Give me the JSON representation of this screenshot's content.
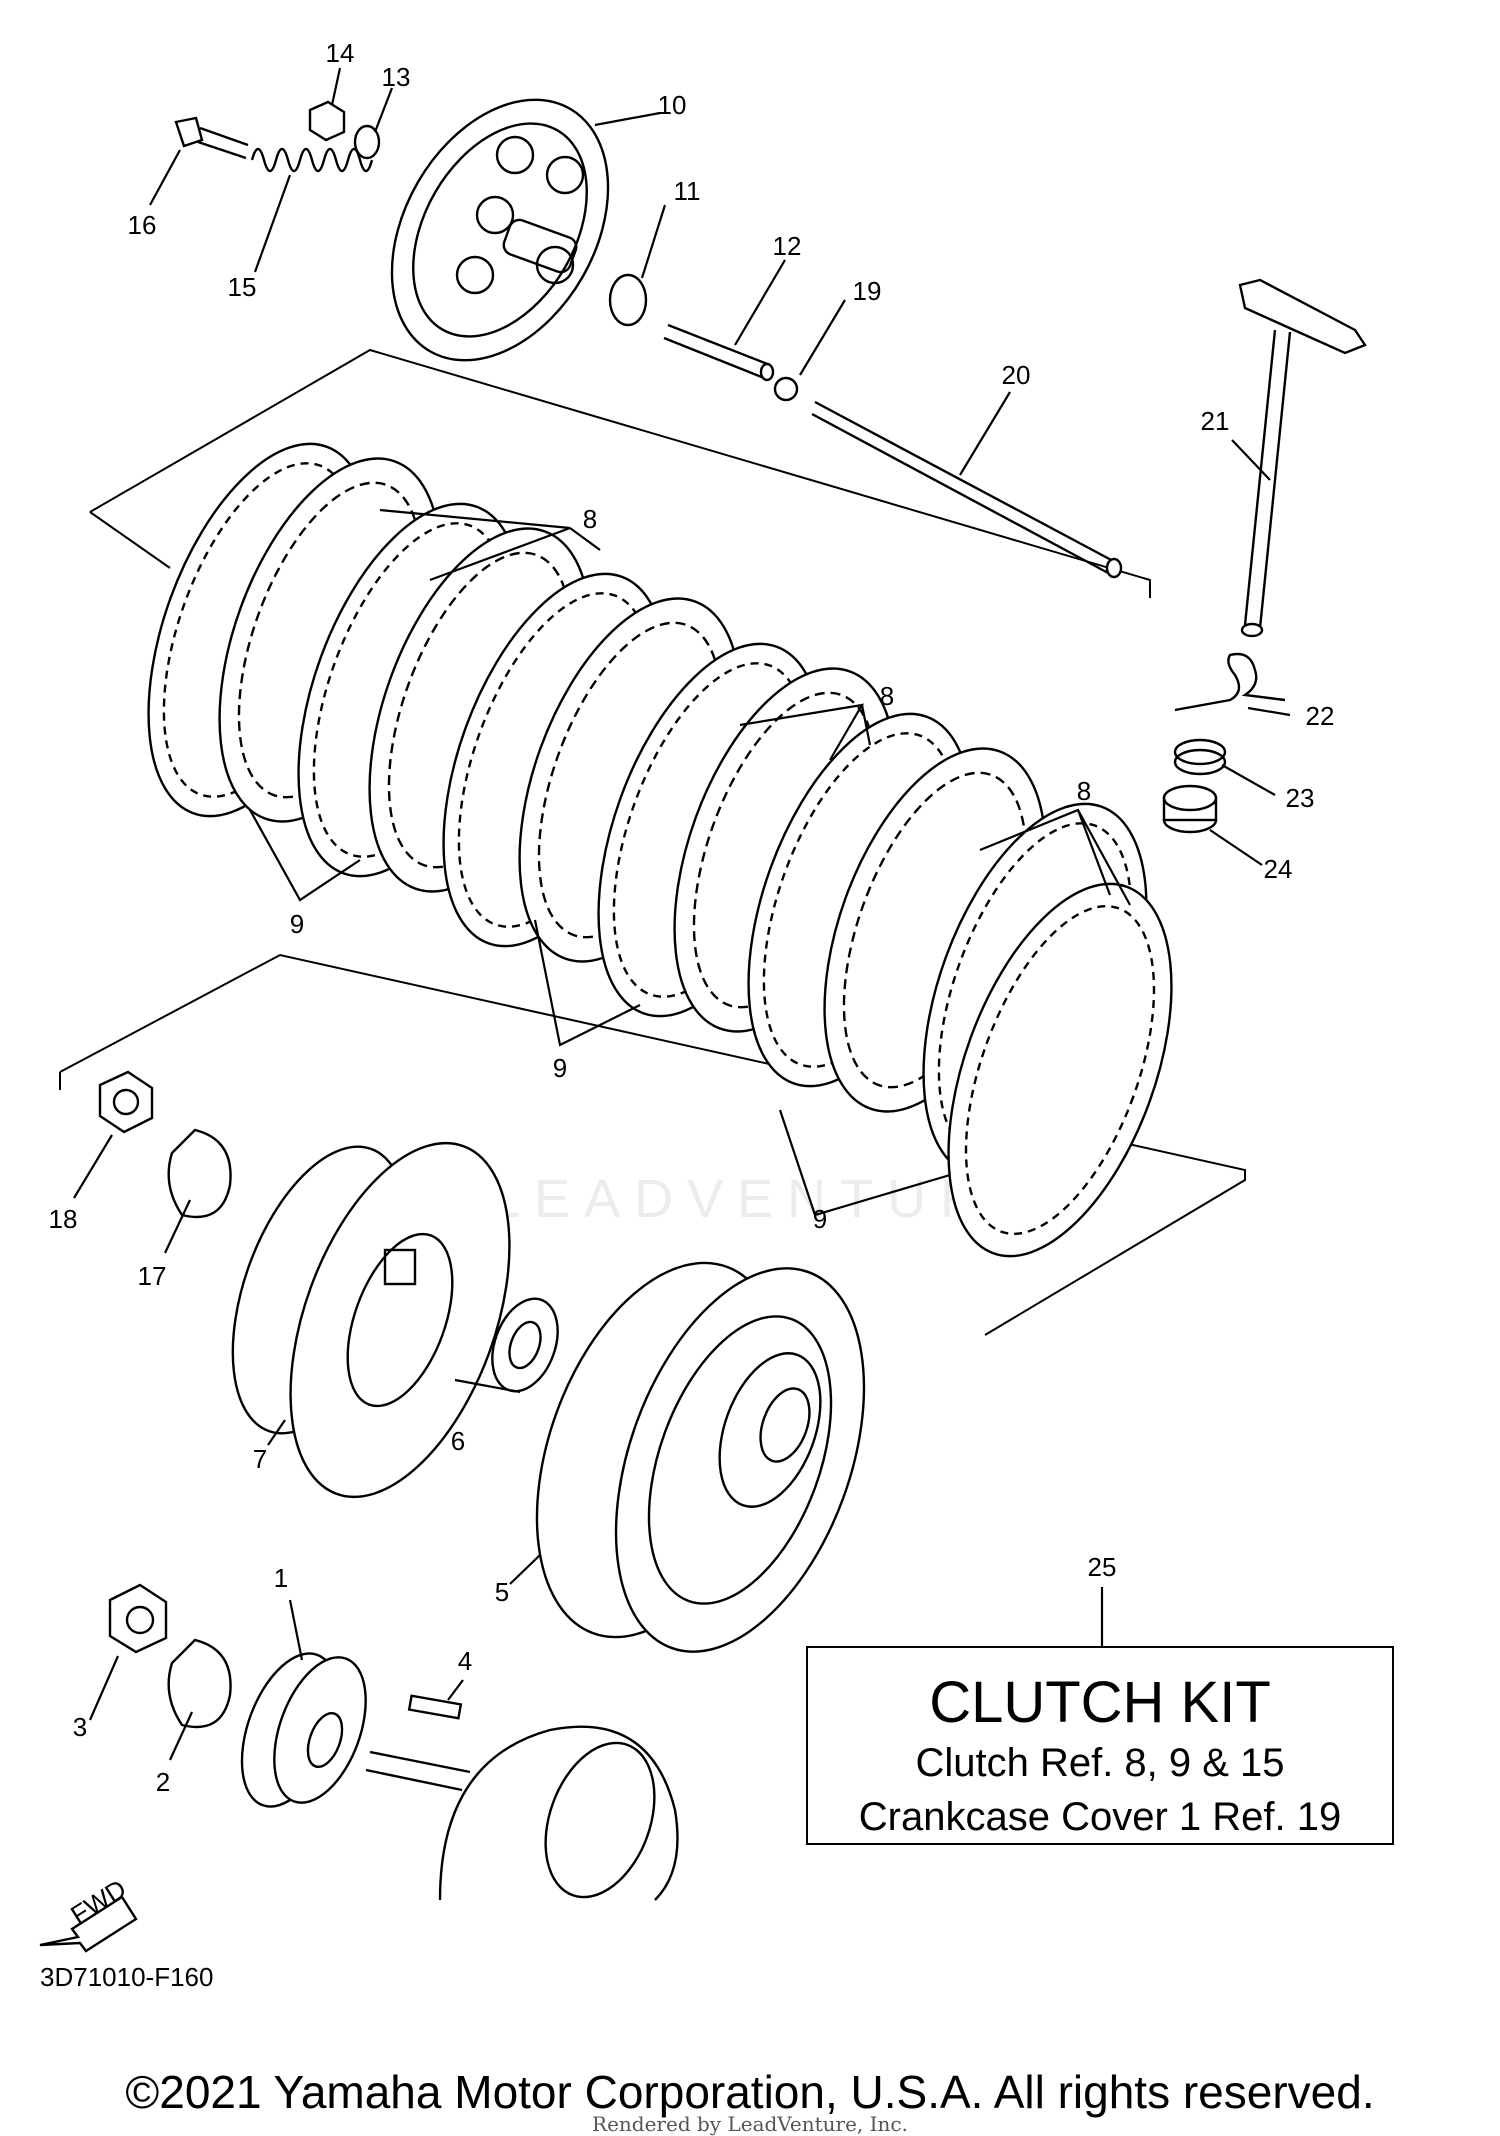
{
  "callouts": [
    {
      "n": "1"
    },
    {
      "n": "2"
    },
    {
      "n": "3"
    },
    {
      "n": "4"
    },
    {
      "n": "5"
    },
    {
      "n": "6"
    },
    {
      "n": "7"
    },
    {
      "n": "8"
    },
    {
      "n": "8"
    },
    {
      "n": "8"
    },
    {
      "n": "9"
    },
    {
      "n": "9"
    },
    {
      "n": "9"
    },
    {
      "n": "10"
    },
    {
      "n": "11"
    },
    {
      "n": "12"
    },
    {
      "n": "13"
    },
    {
      "n": "14"
    },
    {
      "n": "15"
    },
    {
      "n": "16"
    },
    {
      "n": "17"
    },
    {
      "n": "18"
    },
    {
      "n": "19"
    },
    {
      "n": "20"
    },
    {
      "n": "21"
    },
    {
      "n": "22"
    },
    {
      "n": "23"
    },
    {
      "n": "24"
    },
    {
      "n": "25"
    }
  ],
  "kit": {
    "title": "CLUTCH KIT",
    "line1": "Clutch Ref. 8, 9 & 15",
    "line2": "Crankcase Cover 1 Ref. 19"
  },
  "fwd_label": "FWD",
  "diagram_code": "3D71010-F160",
  "watermark": "LEADVENTURE",
  "copyright": "©2021 Yamaha Motor Corporation, U.S.A. All rights reserved.",
  "rendered_by": "Rendered by LeadVenture, Inc."
}
